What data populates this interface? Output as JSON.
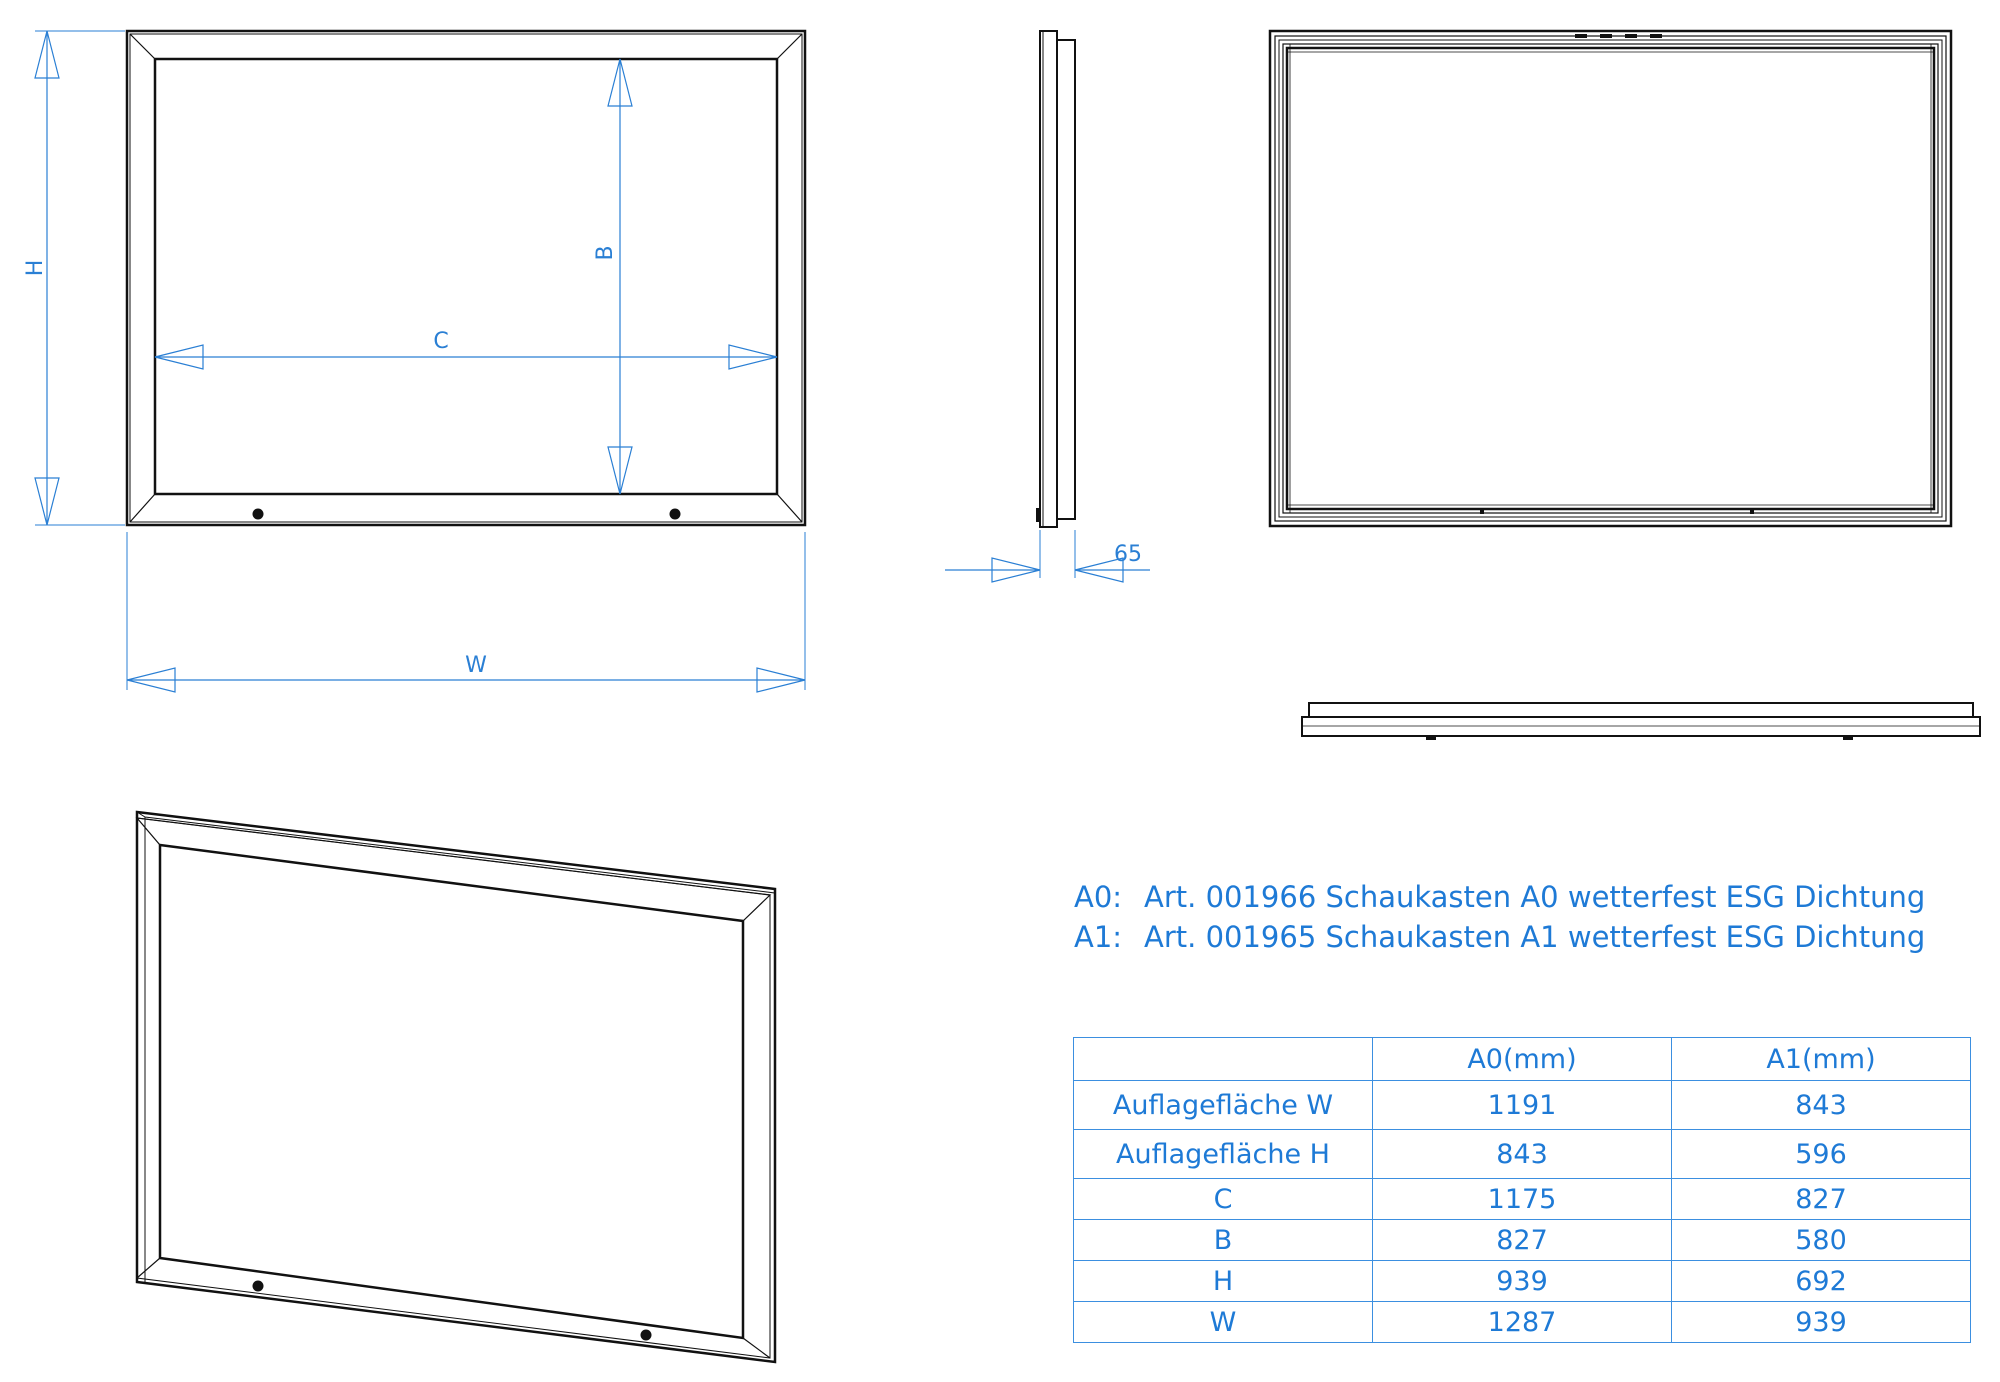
{
  "dimension_labels": {
    "h": "H",
    "b": "B",
    "c": "C",
    "w": "W",
    "depth": "65"
  },
  "captions": [
    {
      "code": "A0:",
      "text": "Art. 001966 Schaukasten A0 wetterfest ESG Dichtung"
    },
    {
      "code": "A1:",
      "text": "Art. 001965 Schaukasten A1 wetterfest ESG Dichtung"
    }
  ],
  "table": {
    "headers": [
      "",
      "A0(mm)",
      "A1(mm)"
    ],
    "rows": [
      {
        "label": "Auflagefläche W",
        "a0": "1191",
        "a1": "843"
      },
      {
        "label": "Auflagefläche H",
        "a0": "843",
        "a1": "596"
      },
      {
        "label": "C",
        "a0": "1175",
        "a1": "827"
      },
      {
        "label": "B",
        "a0": "827",
        "a1": "580"
      },
      {
        "label": "H",
        "a0": "939",
        "a1": "692"
      },
      {
        "label": "W",
        "a0": "1287",
        "a1": "939"
      }
    ]
  },
  "colors": {
    "dimension": "#2a7fd4",
    "outline": "#111111"
  }
}
